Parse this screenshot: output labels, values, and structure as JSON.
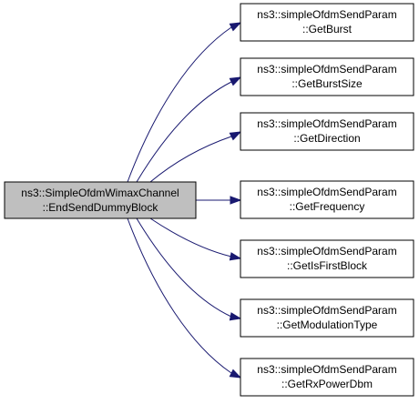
{
  "graph": {
    "root": {
      "line1": "ns3::SimpleOfdmWimaxChannel",
      "line2": "::EndSendDummyBlock"
    },
    "callees": [
      {
        "line1": "ns3::simpleOfdmSendParam",
        "line2": "::GetBurst"
      },
      {
        "line1": "ns3::simpleOfdmSendParam",
        "line2": "::GetBurstSize"
      },
      {
        "line1": "ns3::simpleOfdmSendParam",
        "line2": "::GetDirection"
      },
      {
        "line1": "ns3::simpleOfdmSendParam",
        "line2": "::GetFrequency"
      },
      {
        "line1": "ns3::simpleOfdmSendParam",
        "line2": "::GetIsFirstBlock"
      },
      {
        "line1": "ns3::simpleOfdmSendParam",
        "line2": "::GetModulationType"
      },
      {
        "line1": "ns3::simpleOfdmSendParam",
        "line2": "::GetRxPowerDbm"
      }
    ],
    "colors": {
      "edge": "#191970",
      "root_fill": "#bfbfbf",
      "node_fill": "#ffffff",
      "border": "#000000"
    }
  }
}
